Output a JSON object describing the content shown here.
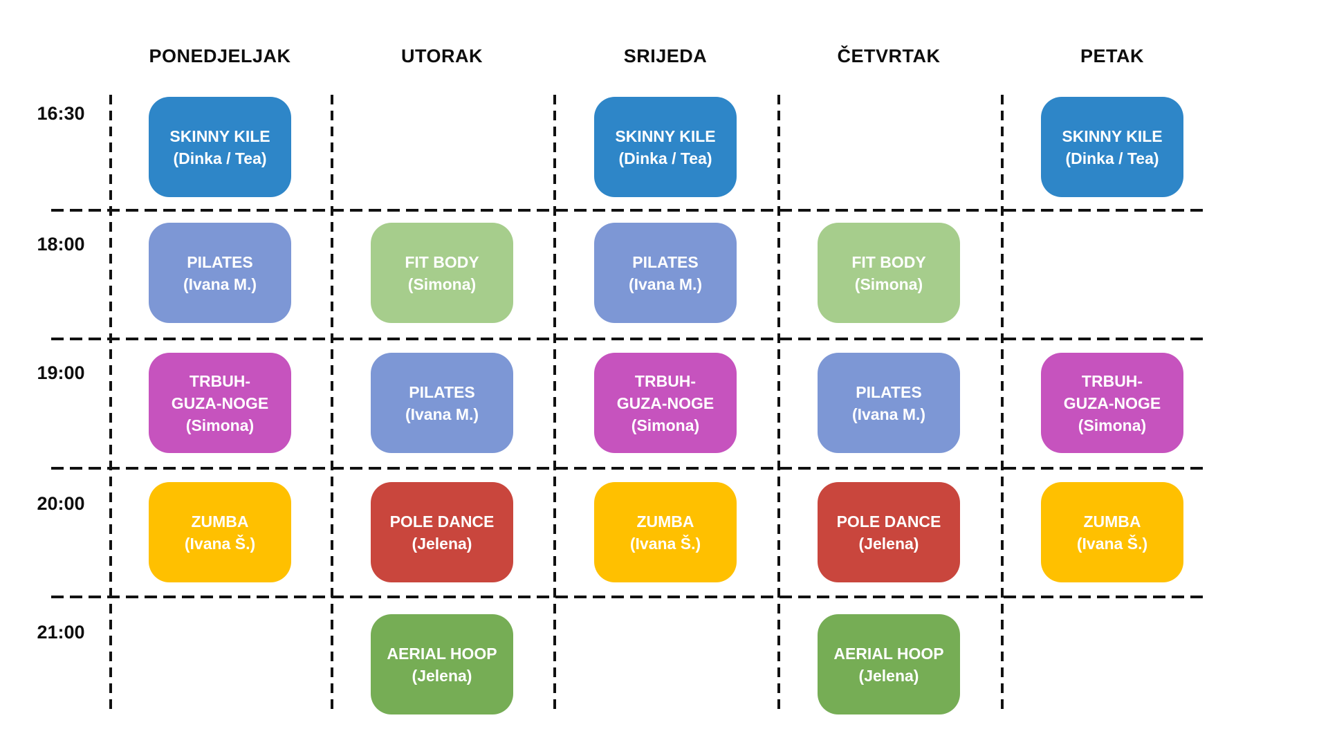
{
  "schedule": {
    "title": "weekly-fitness-schedule",
    "days": [
      "PONEDJELJAK",
      "UTORAK",
      "SRIJEDA",
      "ČETVRTAK",
      "PETAK"
    ],
    "times": [
      "16:30",
      "18:00",
      "19:00",
      "20:00",
      "21:00"
    ],
    "classes": {
      "skinny": {
        "lines": [
          "SKINNY KILE"
        ],
        "instructor": "(Dinka / Tea)",
        "color": "#2E86C8"
      },
      "pilates": {
        "lines": [
          "PILATES"
        ],
        "instructor": "(Ivana M.)",
        "color": "#7D97D5"
      },
      "fitbody": {
        "lines": [
          "FIT BODY"
        ],
        "instructor": "(Simona)",
        "color": "#A6CD8C"
      },
      "trbuh": {
        "lines": [
          "TRBUH-",
          "GUZA-NOGE"
        ],
        "instructor": "(Simona)",
        "color": "#C653BE"
      },
      "zumba": {
        "lines": [
          "ZUMBA"
        ],
        "instructor": "(Ivana Š.)",
        "color": "#FFC000"
      },
      "pole": {
        "lines": [
          "POLE DANCE"
        ],
        "instructor": "(Jelena)",
        "color": "#C9463D"
      },
      "aerial": {
        "lines": [
          "AERIAL HOOP"
        ],
        "instructor": "(Jelena)",
        "color": "#76AD55"
      }
    },
    "grid": [
      [
        "skinny",
        null,
        "skinny",
        null,
        "skinny"
      ],
      [
        "pilates",
        "fitbody",
        "pilates",
        "fitbody",
        null
      ],
      [
        "trbuh",
        "pilates",
        "trbuh",
        "pilates",
        "trbuh"
      ],
      [
        "zumba",
        "pole",
        "zumba",
        "pole",
        "zumba"
      ],
      [
        null,
        "aerial",
        null,
        "aerial",
        null
      ]
    ],
    "text_color": "#ffffff",
    "line_color": "#111111"
  }
}
